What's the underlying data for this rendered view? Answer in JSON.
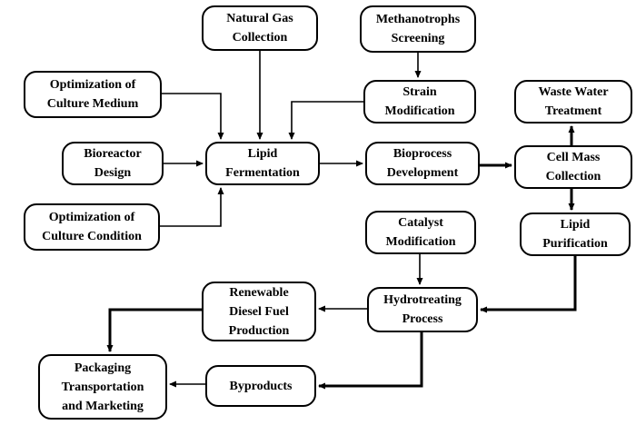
{
  "nodes": {
    "natural_gas": {
      "lines": [
        "Natural Gas",
        "Collection"
      ]
    },
    "methanotrophs": {
      "lines": [
        "Methanotrophs",
        "Screening"
      ]
    },
    "opt_medium": {
      "lines": [
        "Optimization of",
        "Culture Medium"
      ]
    },
    "strain": {
      "lines": [
        "Strain",
        "Modification"
      ]
    },
    "waste_water": {
      "lines": [
        "Waste Water",
        "Treatment"
      ]
    },
    "bioreactor": {
      "lines": [
        "Bioreactor",
        "Design"
      ]
    },
    "lipid_ferm": {
      "lines": [
        "Lipid",
        "Fermentation"
      ]
    },
    "bioprocess": {
      "lines": [
        "Bioprocess",
        "Development"
      ]
    },
    "cell_mass": {
      "lines": [
        "Cell Mass",
        "Collection"
      ]
    },
    "opt_condition": {
      "lines": [
        "Optimization of",
        "Culture Condition"
      ]
    },
    "catalyst": {
      "lines": [
        "Catalyst",
        "Modification"
      ]
    },
    "lipid_pur": {
      "lines": [
        "Lipid",
        "Purification"
      ]
    },
    "renewable": {
      "lines": [
        "Renewable",
        "Diesel Fuel",
        "Production"
      ]
    },
    "hydrotreating": {
      "lines": [
        "Hydrotreating",
        "Process"
      ]
    },
    "packaging": {
      "lines": [
        "Packaging",
        "Transportation",
        "and Marketing"
      ]
    },
    "byproducts": {
      "lines": [
        "Byproducts"
      ]
    }
  },
  "edges": [
    {
      "from": "natural_gas",
      "to": "lipid_ferm"
    },
    {
      "from": "opt_medium",
      "to": "lipid_ferm"
    },
    {
      "from": "methanotrophs",
      "to": "strain"
    },
    {
      "from": "strain",
      "to": "lipid_ferm"
    },
    {
      "from": "bioreactor",
      "to": "lipid_ferm"
    },
    {
      "from": "opt_condition",
      "to": "lipid_ferm"
    },
    {
      "from": "lipid_ferm",
      "to": "bioprocess"
    },
    {
      "from": "bioprocess",
      "to": "cell_mass"
    },
    {
      "from": "cell_mass",
      "to": "waste_water"
    },
    {
      "from": "cell_mass",
      "to": "lipid_pur"
    },
    {
      "from": "lipid_pur",
      "to": "hydrotreating"
    },
    {
      "from": "catalyst",
      "to": "hydrotreating"
    },
    {
      "from": "hydrotreating",
      "to": "renewable"
    },
    {
      "from": "hydrotreating",
      "to": "byproducts"
    },
    {
      "from": "renewable",
      "to": "packaging"
    },
    {
      "from": "byproducts",
      "to": "packaging"
    }
  ]
}
